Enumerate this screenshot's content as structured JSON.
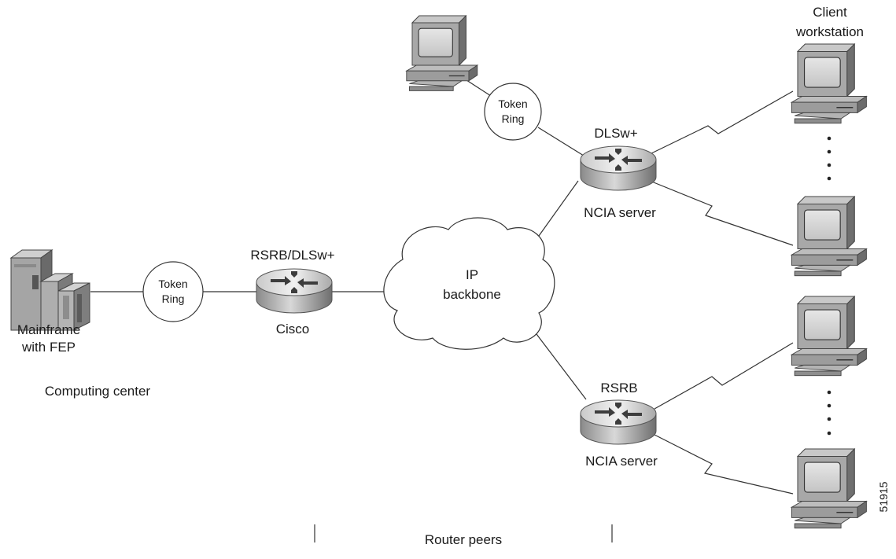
{
  "labels": {
    "mainframe_line1": "Mainframe",
    "mainframe_line2": "with FEP",
    "computing_center": "Computing center",
    "token_ring_left_line1": "Token",
    "token_ring_left_line2": "Ring",
    "rsrb_dlsw_label": "RSRB/DLSw+",
    "cisco_label": "Cisco",
    "ip_backbone_line1": "IP",
    "ip_backbone_line2": "backbone",
    "token_ring_top_line1": "Token",
    "token_ring_top_line2": "Ring",
    "dlsw_label": "DLSw+",
    "ncia_server_top": "NCIA server",
    "rsrb_label": "RSRB",
    "ncia_server_bottom": "NCIA server",
    "client_line1": "Client",
    "client_line2": "workstation",
    "router_peers": "Router peers",
    "figure_id": "51915"
  },
  "icons": {
    "mainframe": "mainframe-icon",
    "router": "router-icon",
    "workstation": "workstation-icon",
    "token_ring": "token-ring-icon",
    "cloud": "cloud-icon",
    "serial_link": "zigzag-serial-link-icon"
  }
}
